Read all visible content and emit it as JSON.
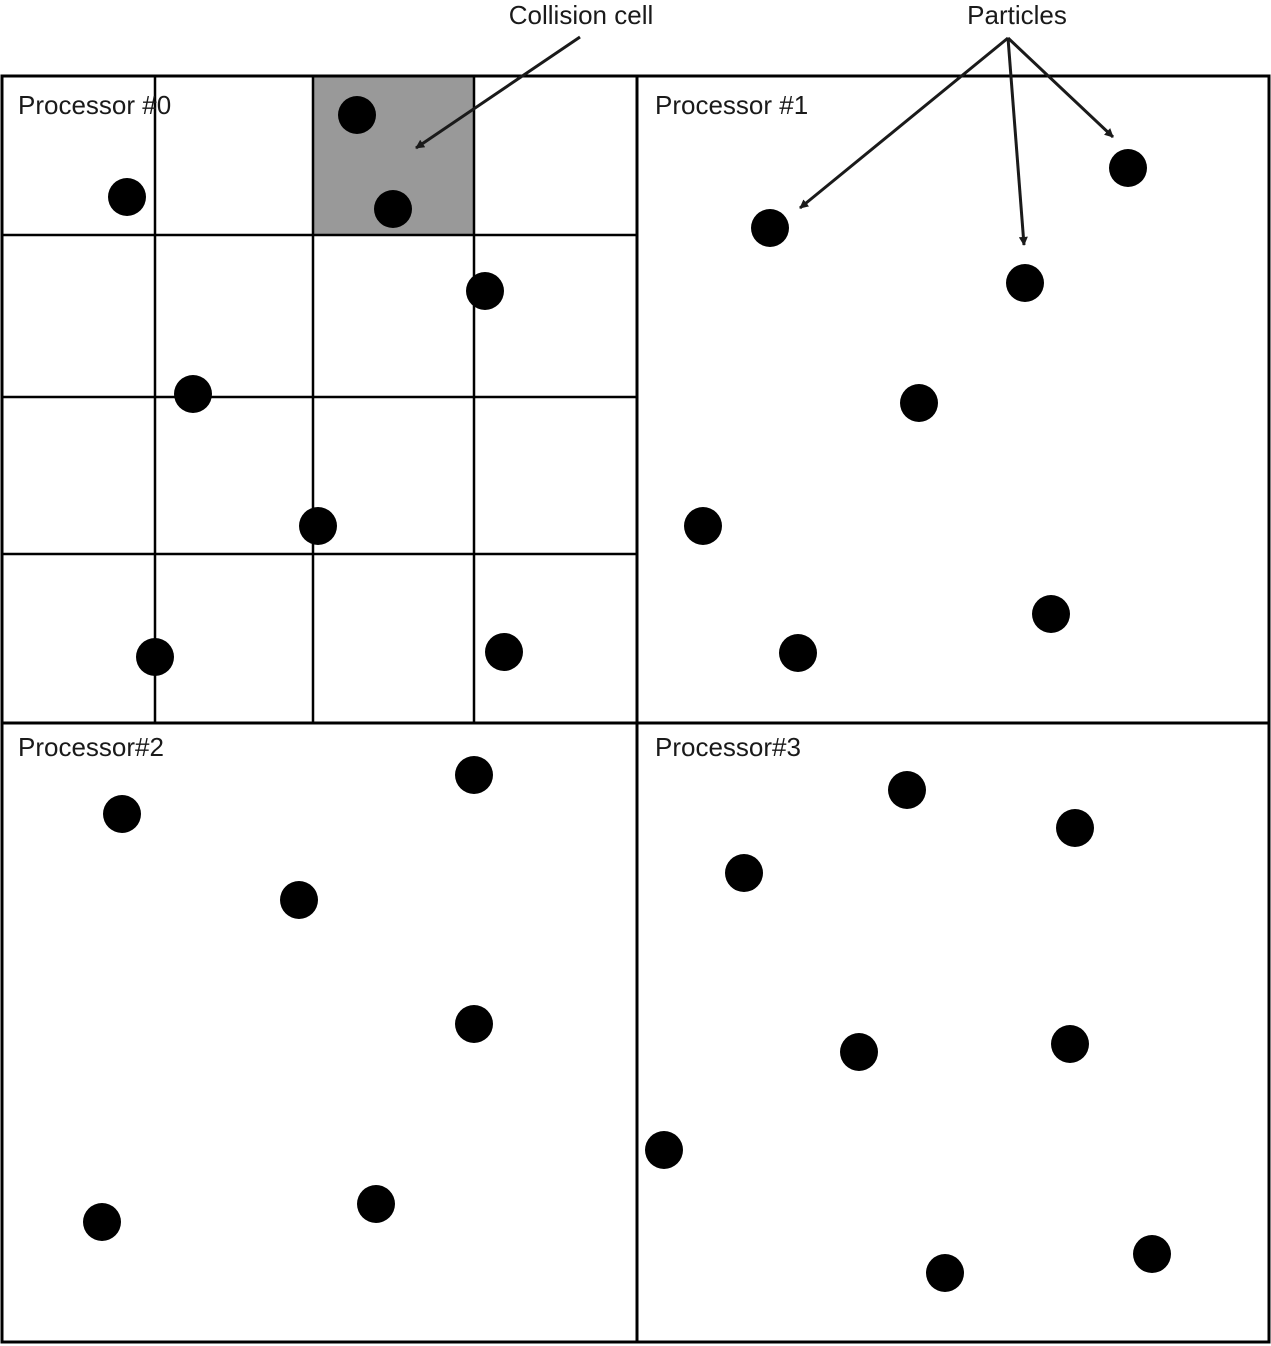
{
  "annotations": {
    "collision_cell": "Collision cell",
    "particles": "Particles"
  },
  "processors": [
    {
      "label": "Processor #0"
    },
    {
      "label": "Processor #1"
    },
    {
      "label": "Processor#2"
    },
    {
      "label": "Processor#3"
    }
  ],
  "colors": {
    "collision_cell_fill": "#999999",
    "particle": "#000000",
    "line": "#000000"
  }
}
